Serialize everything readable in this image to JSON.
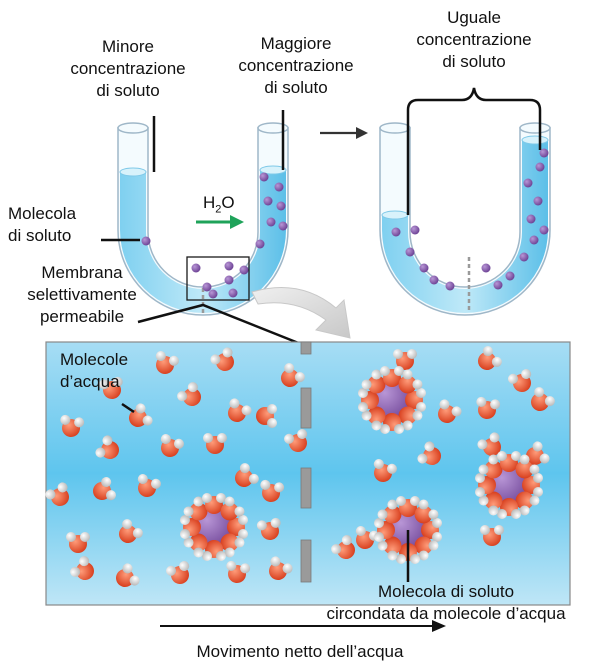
{
  "labels": {
    "lower_concentration": [
      "Minore",
      "concentrazione",
      "di soluto"
    ],
    "higher_concentration": [
      "Maggiore",
      "concentrazione",
      "di soluto"
    ],
    "equal_concentration": [
      "Uguale",
      "concentrazione",
      "di soluto"
    ],
    "solute_molecule": [
      "Molecola",
      "di soluto"
    ],
    "membrane": [
      "Membrana",
      "selettivamente",
      "permeabile"
    ],
    "water_molecules": [
      "Molecole",
      "d’acqua"
    ],
    "water_formula": "H",
    "water_subscript": "2",
    "water_formula_tail": "O",
    "solute_surrounded": [
      "Molecola di soluto",
      "circondata da molecole d’acqua"
    ],
    "net_movement": "Movimento netto dell’acqua"
  },
  "colors": {
    "water_fill": "#5cc3ec",
    "water_light": "#bfe9f8",
    "tube_outline": "#9fb7c8",
    "solute": "#8a5bb0",
    "oxygen": "#ec5a3c",
    "hydrogen": "#e8e8e8",
    "arrow_green": "#1fa35a",
    "membrane_gray": "#9a9a9a"
  }
}
